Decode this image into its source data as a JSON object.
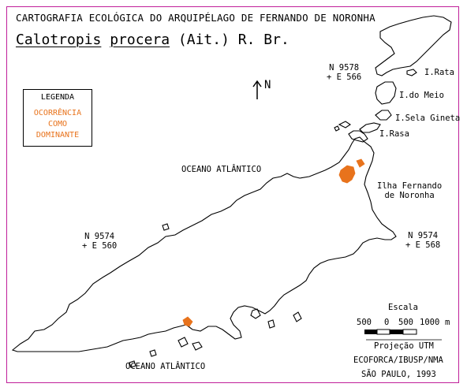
{
  "title": "CARTOGRAFIA ECOLÓGICA DO ARQUIPÉLAGO DE FERNANDO DE NORONHA",
  "species": {
    "genus": "Calotropis",
    "epithet": "procera",
    "author": "(Ait.) R. Br."
  },
  "legend": {
    "title": "LEGENDA",
    "item": "OCORRÊNCIA\nCOMO\nDOMINANTE",
    "item_color": "#e8731c"
  },
  "north_label": "N",
  "coords": {
    "ne_top": "N 9578\n+ E 566",
    "west": "N 9574\n+ E 560",
    "east": "N 9574\n+ E 568"
  },
  "places": {
    "rata": "I.Rata",
    "meio": "I.do Meio",
    "sela": "I.Sela Gineta",
    "rasa": "I.Rasa",
    "main_island": "Ilha Fernando\nde Noronha",
    "ocean_north": "OCEANO ATLÂNTICO",
    "ocean_south": "OCEANO ATLÂNTICO"
  },
  "scale": {
    "title": "Escala",
    "ticks": [
      "500",
      "0",
      "500",
      "1000"
    ],
    "unit": "m"
  },
  "credits": {
    "projection": "Projeção UTM",
    "org": "ECOFORCA/IBUSP/NMA",
    "place_date": "SÃO PAULO, 1993"
  },
  "colors": {
    "frame": "#c0209a",
    "occurrence": "#e8731c",
    "coast": "#000000"
  }
}
